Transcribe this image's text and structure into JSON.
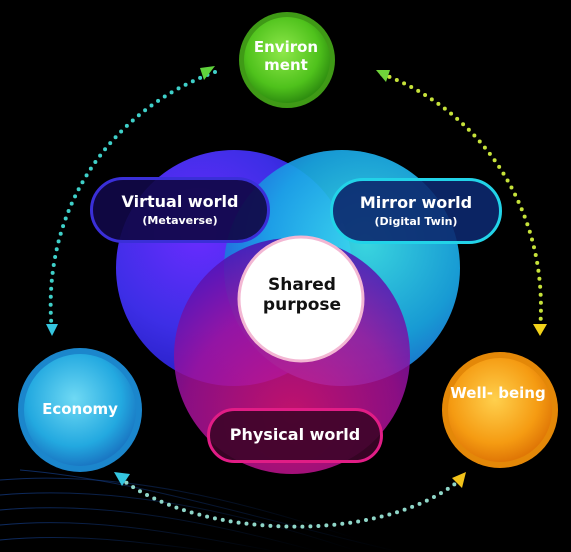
{
  "diagram": {
    "center": {
      "label": "Shared purpose"
    },
    "worlds": [
      {
        "id": "virtual",
        "title": "Virtual world",
        "subtitle": "(Metaverse)"
      },
      {
        "id": "mirror",
        "title": "Mirror world",
        "subtitle": "(Digital Twin)"
      },
      {
        "id": "physical",
        "title": "Physical world",
        "subtitle": ""
      }
    ],
    "outcomes": {
      "environment": {
        "label": "Environ ment",
        "color": "#55cc22"
      },
      "economy": {
        "label": "Economy",
        "color": "#2fb9e6"
      },
      "wellbeing": {
        "label": "Well- being",
        "color": "#f59b12"
      }
    },
    "connectors": [
      {
        "from": "environment",
        "to": "economy",
        "style": "dotted",
        "color": "gradient green-cyan"
      },
      {
        "from": "environment",
        "to": "wellbeing",
        "style": "dotted",
        "color": "gradient green-yellow"
      },
      {
        "from": "economy",
        "to": "wellbeing",
        "style": "dotted",
        "color": "gradient cyan-yellow"
      }
    ],
    "colors": {
      "virtual_circle": "#3a2fd8",
      "mirror_circle": "#22d3e8",
      "physical_circle": "#e11d86",
      "background": "#000000"
    }
  }
}
